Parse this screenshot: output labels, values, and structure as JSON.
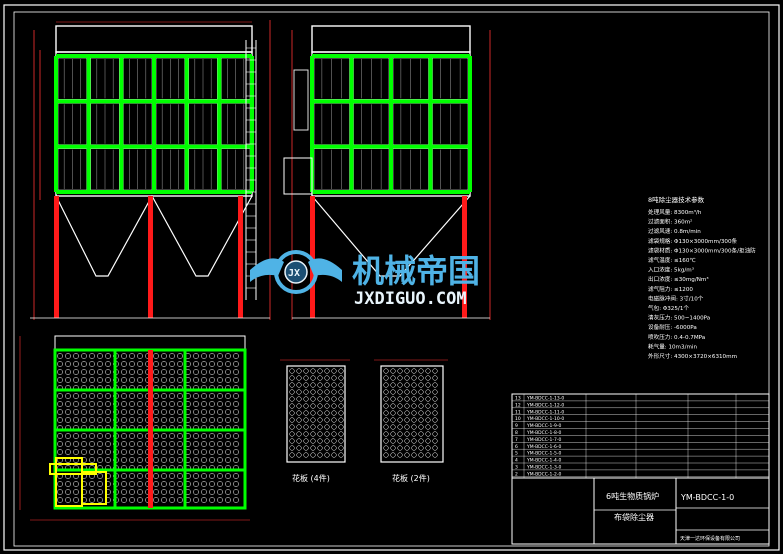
{
  "watermark": {
    "chinese": "机械帝国",
    "latin": "JXDIGUO.COM",
    "logo_letters": "JX"
  },
  "tech_params": {
    "title": "8吨除尘器技术参数",
    "lines": [
      "处理风量: 8300m³/h",
      "过滤面积: 360m²",
      "过滤风速: 0.8m/min",
      "滤袋规格: Φ130×3000mm/300条",
      "滤袋材质: Φ130×3000mm/300条/拒油防",
      "滤气温度: ≤160℃",
      "入口浓度: 5kg/m³",
      "出口浓度: ≤30mg/Nm³",
      "滤气阻力: ≤1200",
      "电磁脉冲阀: 3寸/10个",
      "气包: Φ325/1个",
      "清灰压力: 500~1400Pa",
      "设备耐压: -6000Pa",
      "喷吹压力: 0.4-0.7MPa",
      "耗气量: 10m3/min",
      "外形尺寸: 4300×3720×6310mm"
    ]
  },
  "plate_labels": {
    "left": "花板 (4件)",
    "right": "花板 (2件)"
  },
  "title_block": {
    "title_line1": "6吨生物质锅炉",
    "title_line2": "布袋除尘器",
    "drawing_no": "YM-BDCC-1-0",
    "company": "天津一达环保设备有限公司",
    "parts_codes": [
      "YM-BDCC-1-13-0",
      "YM-BDCC-1-12-0",
      "YM-BDCC-1-11-0",
      "YM-BDCC-1-10-0",
      "YM-BDCC-1-9-0",
      "YM-BDCC-1-8-0",
      "YM-BDCC-1-7-0",
      "YM-BDCC-1-6-0",
      "YM-BDCC-1-5-0",
      "YM-BDCC-1-4-0",
      "YM-BDCC-1-3-0",
      "YM-BDCC-1-2-0"
    ],
    "row_numbers": [
      "13",
      "12",
      "11",
      "10",
      "9",
      "8",
      "7",
      "6",
      "5",
      "4",
      "3",
      "2"
    ]
  },
  "colors": {
    "frame": "#ffffff",
    "bag_column": "#00ff00",
    "support_leg": "#ff1a1a",
    "dimension": "#ff3333",
    "yellow_part": "#ffff00",
    "watermark_blue": "#4fb3e6"
  }
}
